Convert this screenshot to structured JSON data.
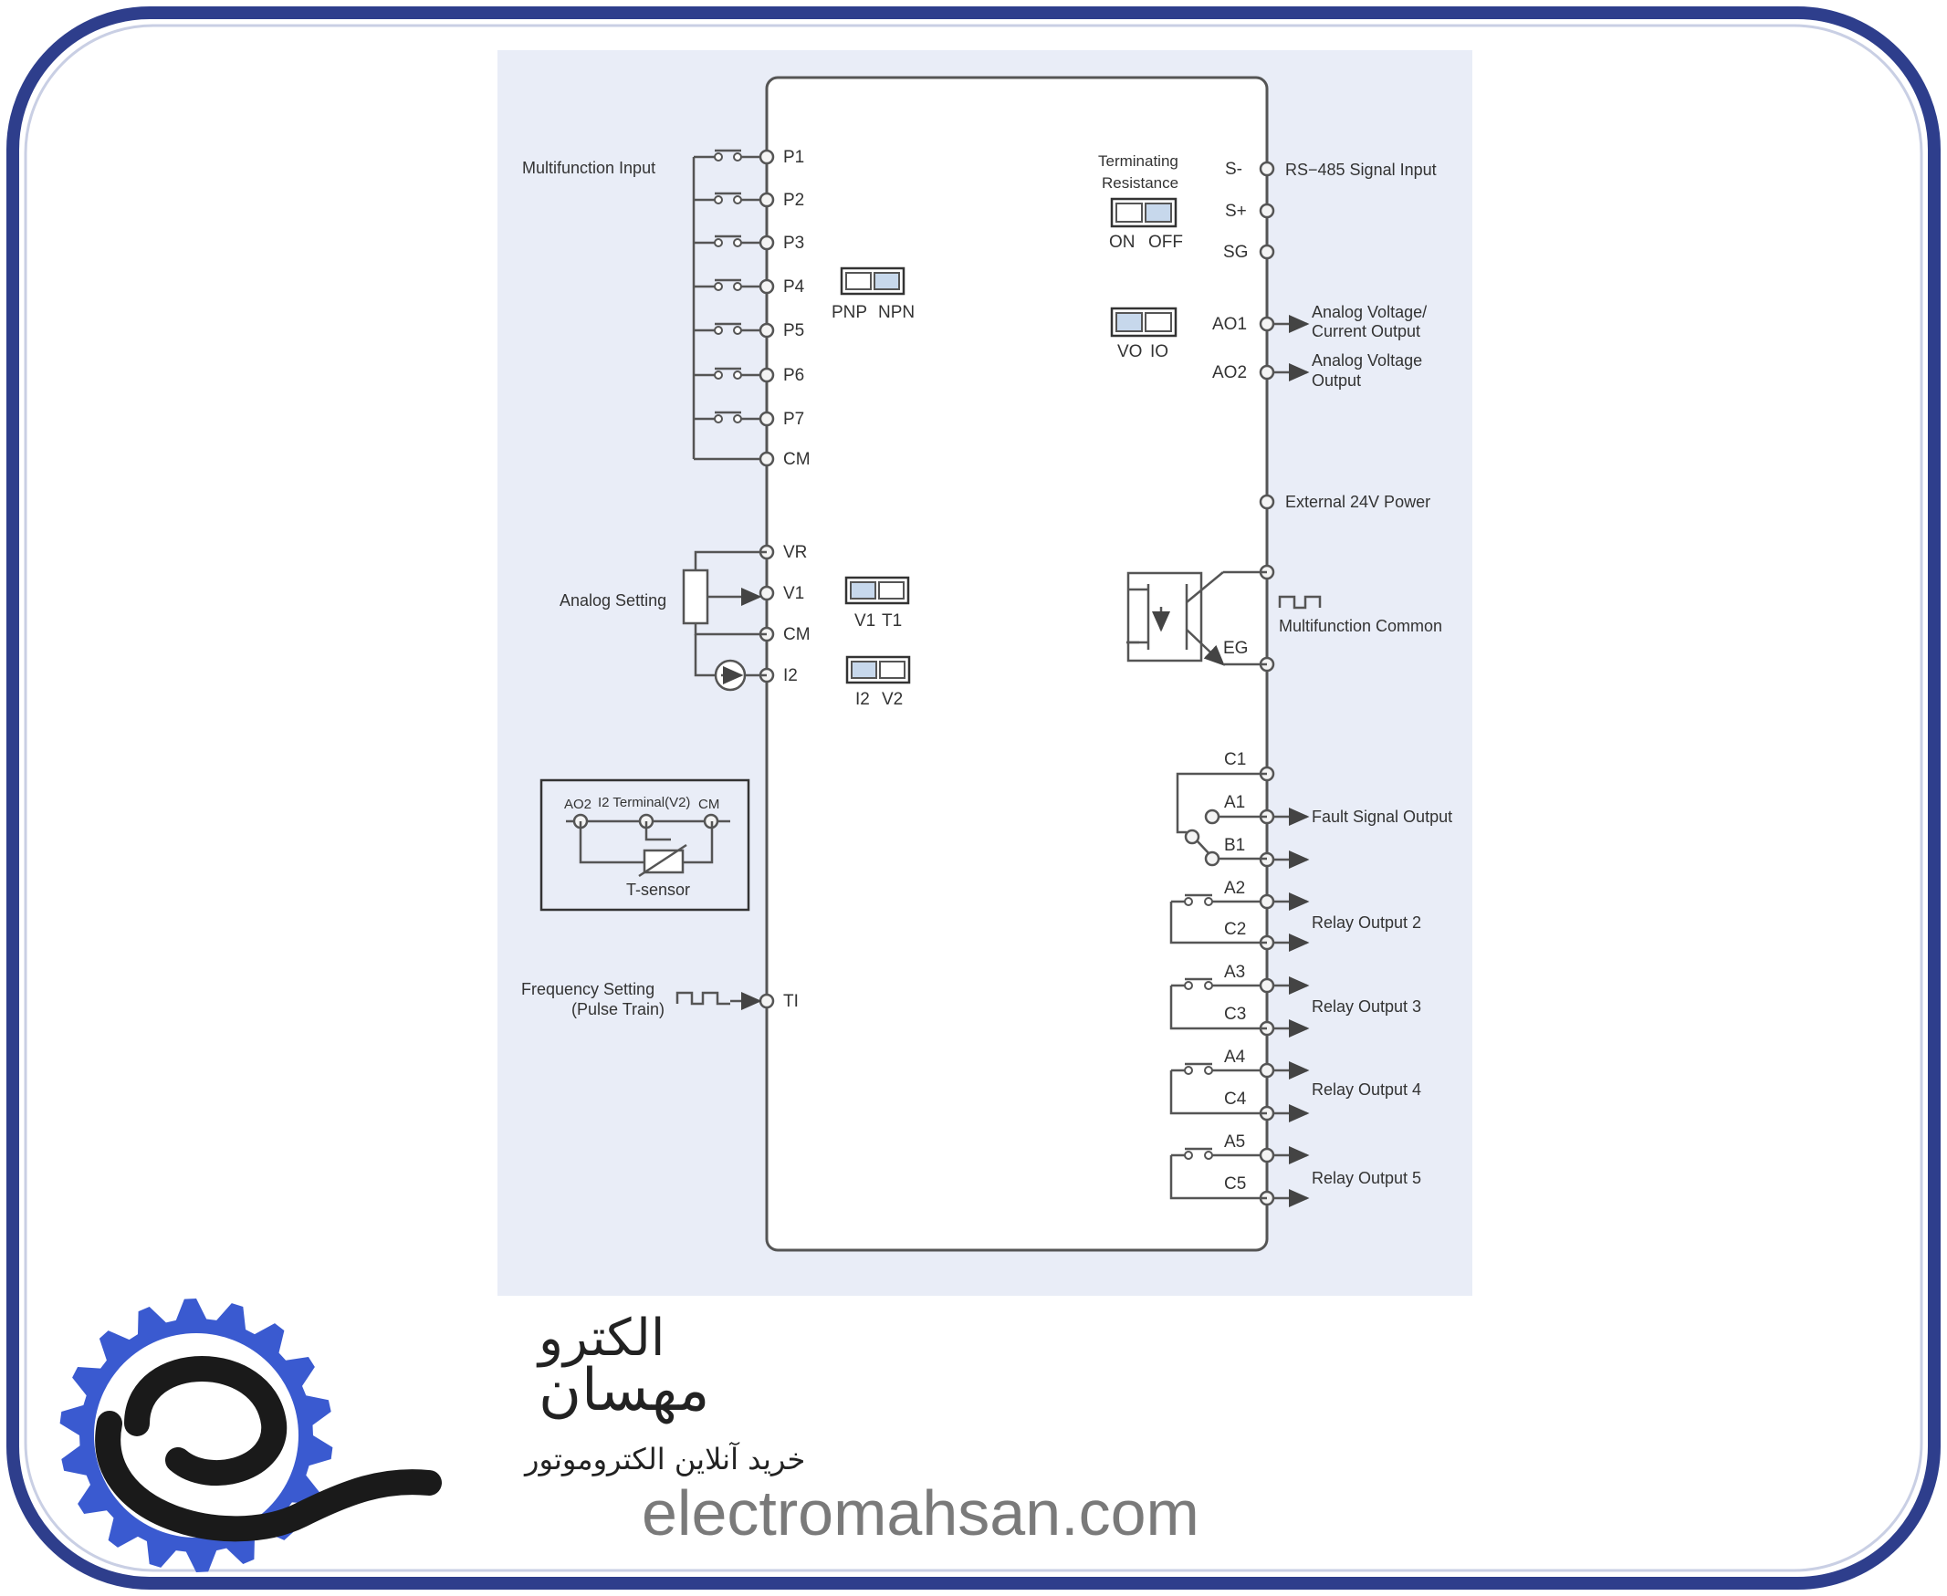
{
  "labels": {
    "multifunction_input": "Multifunction Input",
    "analog_setting": "Analog Setting",
    "frequency_setting_1": "Frequency Setting",
    "frequency_setting_2": "(Pulse Train)",
    "terminating_1": "Terminating",
    "terminating_2": "Resistance",
    "rs485": "RS−485 Signal Input",
    "analog_vc_1": "Analog Voltage/",
    "analog_vc_2": "Current Output",
    "analog_v_1": "Analog Voltage",
    "analog_v_2": "Output",
    "ext24": "External 24V Power",
    "multi_common": "Multifunction Common",
    "fault": "Fault Signal Output",
    "relay2": "Relay Output 2",
    "relay3": "Relay Output 3",
    "relay4": "Relay Output 4",
    "relay5": "Relay Output 5"
  },
  "left_terminals": [
    "P1",
    "P2",
    "P3",
    "P4",
    "P5",
    "P6",
    "P7",
    "CM",
    "VR",
    "V1",
    "CM",
    "I2",
    "TI"
  ],
  "right_terminals": [
    "S-",
    "S+",
    "SG",
    "AO1",
    "AO2",
    "EG",
    "C1",
    "A1",
    "B1",
    "A2",
    "C2",
    "A3",
    "C3",
    "A4",
    "C4",
    "A5",
    "C5"
  ],
  "switches": {
    "pnp_npn": [
      "PNP",
      "NPN"
    ],
    "on_off": [
      "ON",
      "OFF"
    ],
    "vo_io": [
      "VO",
      "IO"
    ],
    "v1_t1": [
      "V1",
      "T1"
    ],
    "i2_v2": [
      "I2",
      "V2"
    ]
  },
  "tsensor": {
    "ao2": "AO2",
    "i2_terminal": "I2 Terminal(V2)",
    "cm": "CM",
    "label": "T-sensor"
  },
  "brand": {
    "website": "electromahsan.com",
    "name_line1": "الکترو",
    "name_line2": "مهسان",
    "tagline": "خرید آنلاین الکتروموتور"
  },
  "colors": {
    "frame": "#2e3e8c",
    "panel": "#e9edf7",
    "gear": "#3a5ad0",
    "line": "#555555"
  }
}
